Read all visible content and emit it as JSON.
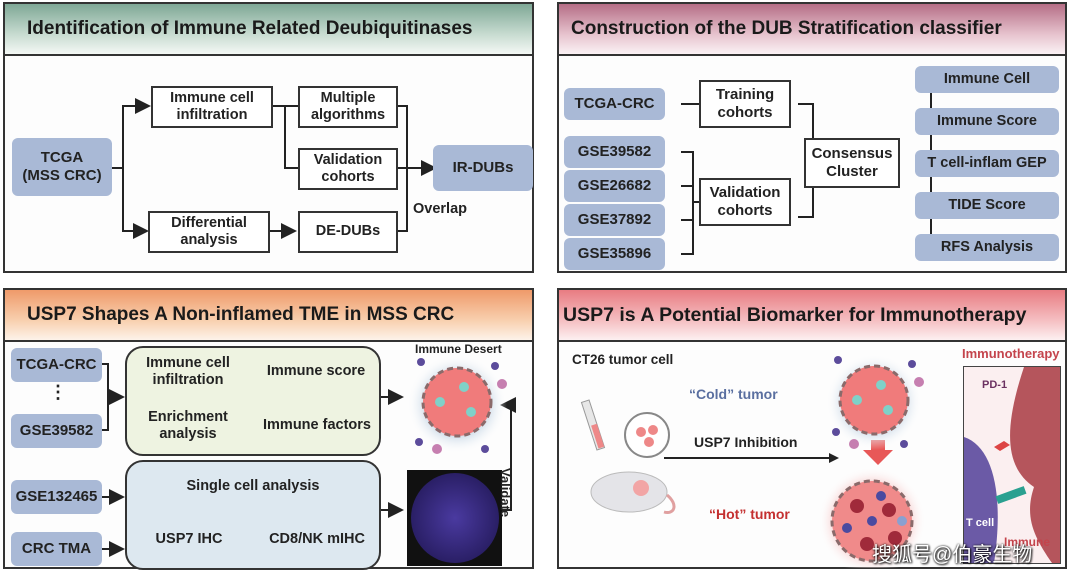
{
  "panels": {
    "identification": {
      "title": "Identification of Immune Related Deubiquitinases",
      "source": "TCGA\n(MSS CRC)",
      "immune_cell_infiltration": "Immune cell\ninfiltration",
      "multiple_algorithms": "Multiple\nalgorithms",
      "validation_cohorts": "Validation\ncohorts",
      "differential_analysis": "Differential\nanalysis",
      "de_dubs": "DE-DUBs",
      "ir_dubs": "IR-DUBs",
      "overlap": "Overlap",
      "header_color": "#7fa896"
    },
    "construction": {
      "title": "Construction of  the DUB Stratification classifier",
      "training_source": "TCGA-CRC",
      "validation_sources": [
        "GSE39582",
        "GSE26682",
        "GSE37892",
        "GSE35896"
      ],
      "training_cohorts": "Training\ncohorts",
      "validation_cohorts": "Validation\ncohorts",
      "consensus_cluster": "Consensus\nCluster",
      "outputs": [
        "Immune Cell",
        "Immune Score",
        "T cell-inflam GEP",
        "TIDE Score",
        "RFS Analysis"
      ],
      "header_color": "#b56e86"
    },
    "usp7_shapes": {
      "title": "USP7 Shapes A Non-inflamed TME in MSS CRC",
      "sources_top": [
        "TCGA-CRC",
        "GSE39582"
      ],
      "ellipsis": "⋮",
      "quadrants": [
        "Immune cell\ninfiltration",
        "Immune score",
        "Enrichment\nanalysis",
        "Immune factors"
      ],
      "sources_bottom": [
        "GSE132465",
        "CRC TMA"
      ],
      "single_cell": "Single cell analysis",
      "usp7_ihc": "USP7 IHC",
      "cd8_nk": "CD8/NK mIHC",
      "immune_desert": "Immune Desert",
      "validate": "Validate",
      "header_color": "#ef9a6a"
    },
    "biomarker": {
      "title": "USP7 is A Potential Biomarker for Immunotherapy",
      "ct26": "CT26 tumor cell",
      "cold": "“Cold” tumor",
      "hot": "“Hot” tumor",
      "inhibition": "USP7 Inhibition",
      "immunotherapy": "Immunotherapy",
      "pd1": "PD-1",
      "tcell": "T cell",
      "immune": "Immune",
      "header_color": "#e87c82"
    }
  },
  "watermark": "搜狐号@伯豪生物"
}
